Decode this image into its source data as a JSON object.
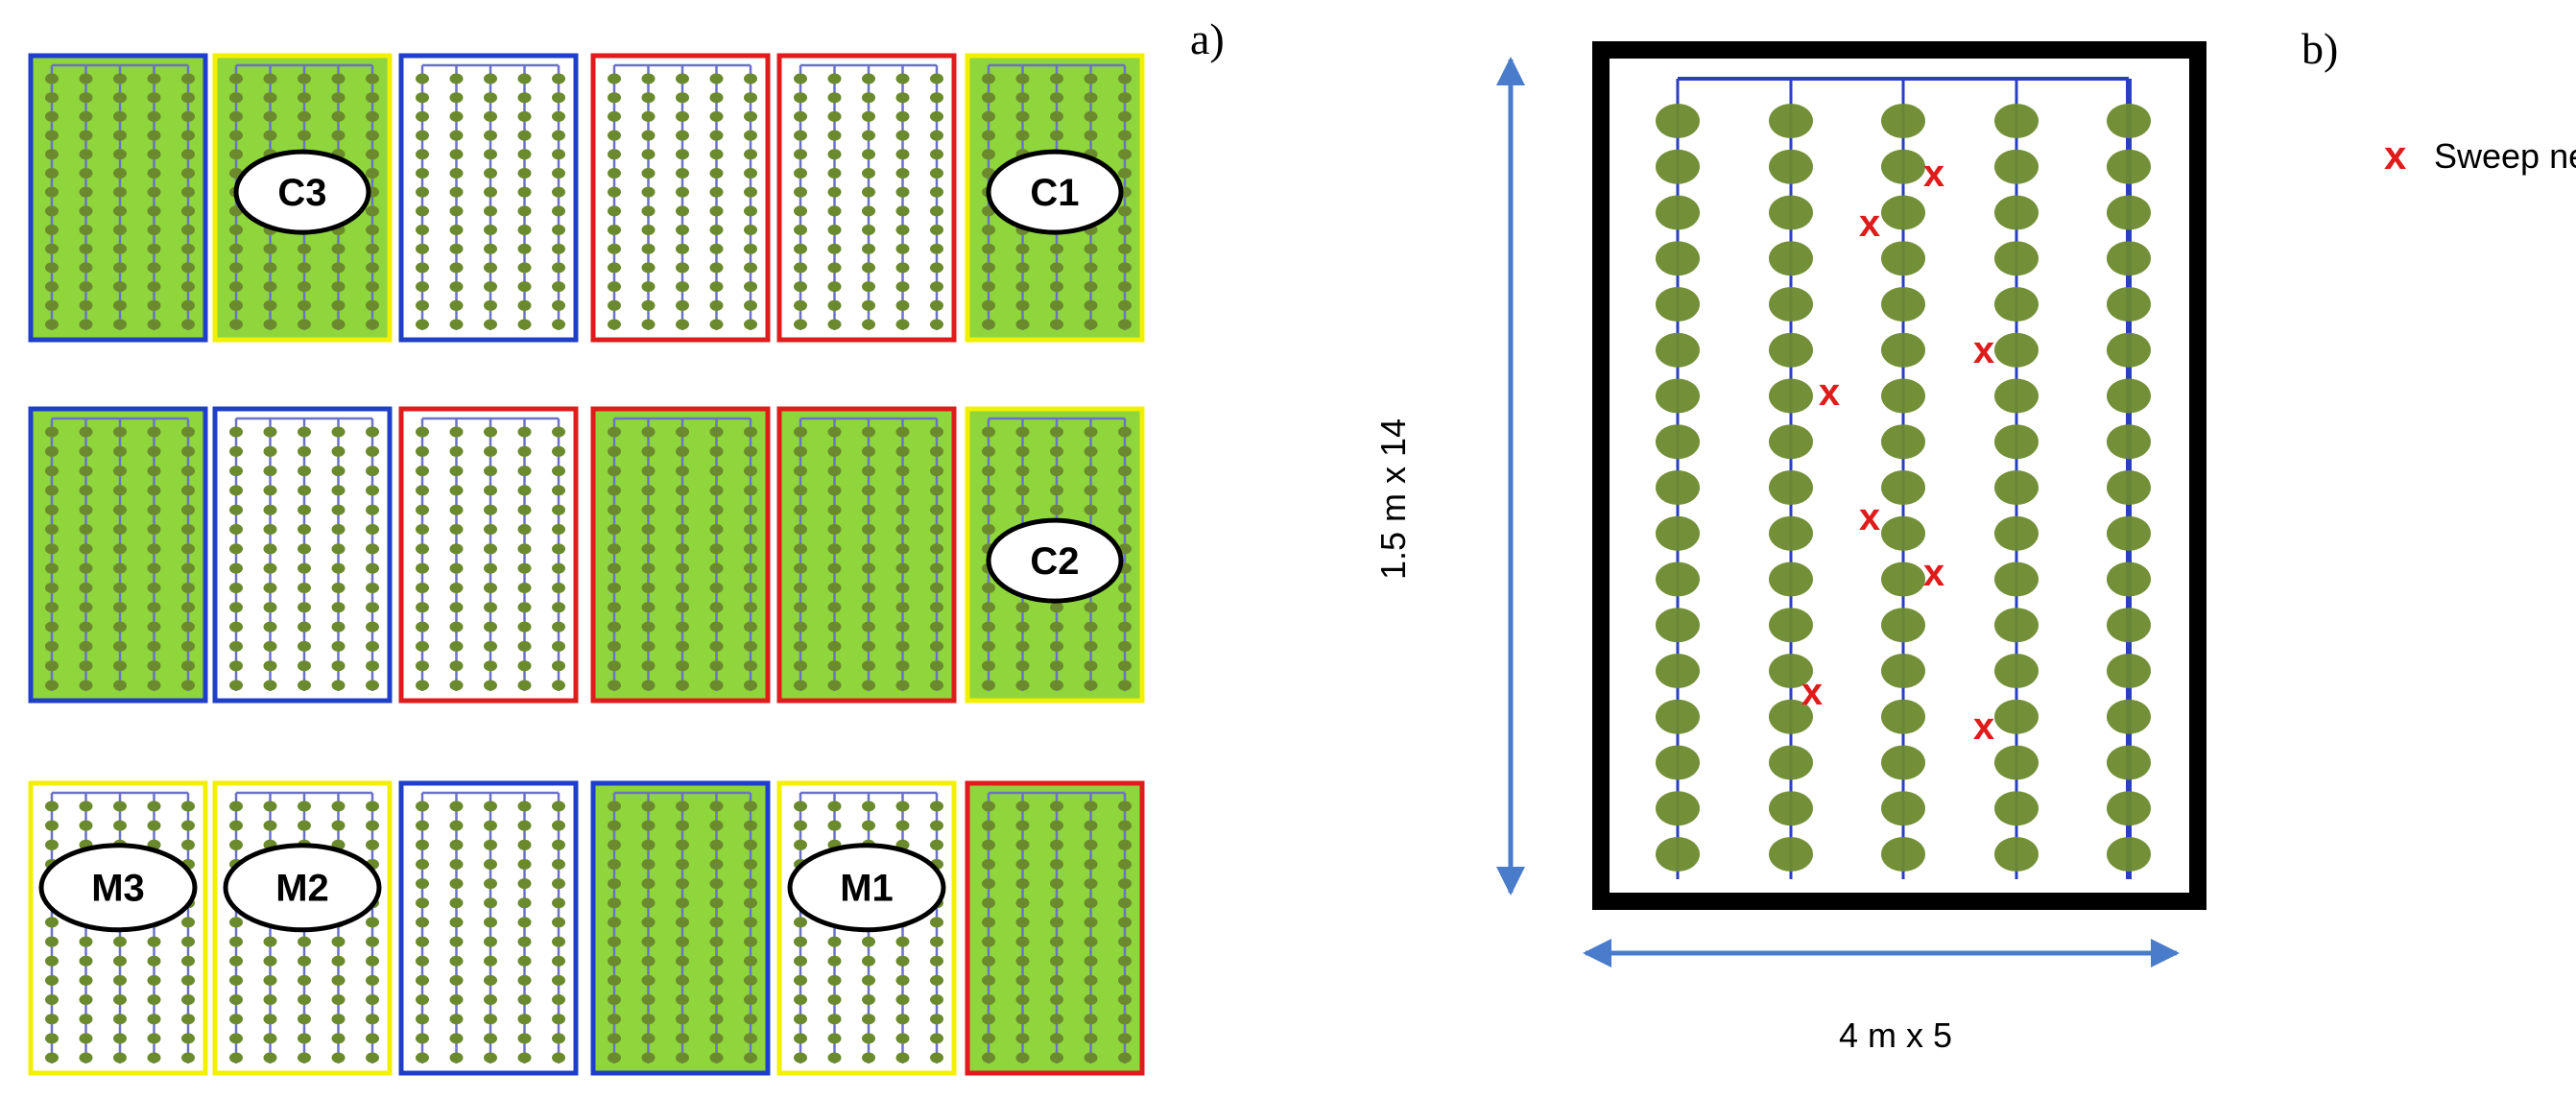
{
  "panel_a": {
    "label": "a)",
    "colors": {
      "green_fill": "#8fd53c",
      "blue_border": "#1f3fc9",
      "red_border": "#e01b1b",
      "yellow_border": "#f2f000",
      "plant": "#6b8a2e",
      "row_line": "#6a72c8"
    },
    "rows": [
      [
        {
          "border": "blue",
          "fill": "green",
          "label": ""
        },
        {
          "border": "yellow",
          "fill": "green",
          "label": "C3"
        },
        {
          "border": "blue",
          "fill": "white",
          "label": ""
        },
        {
          "border": "red",
          "fill": "white",
          "label": ""
        },
        {
          "border": "red",
          "fill": "white",
          "label": ""
        },
        {
          "border": "yellow",
          "fill": "green",
          "label": "C1"
        }
      ],
      [
        {
          "border": "blue",
          "fill": "green",
          "label": ""
        },
        {
          "border": "blue",
          "fill": "white",
          "label": ""
        },
        {
          "border": "red",
          "fill": "white",
          "label": ""
        },
        {
          "border": "red",
          "fill": "green",
          "label": ""
        },
        {
          "border": "red",
          "fill": "green",
          "label": ""
        },
        {
          "border": "yellow",
          "fill": "green",
          "label": "C2"
        }
      ],
      [
        {
          "border": "yellow",
          "fill": "white",
          "label": "M3"
        },
        {
          "border": "yellow",
          "fill": "white",
          "label": "M2"
        },
        {
          "border": "blue",
          "fill": "white",
          "label": ""
        },
        {
          "border": "blue",
          "fill": "green",
          "label": ""
        },
        {
          "border": "yellow",
          "fill": "white",
          "label": "M1"
        },
        {
          "border": "red",
          "fill": "green",
          "label": ""
        }
      ]
    ]
  },
  "panel_b": {
    "label": "b)",
    "height_label": "1.5 m x 14",
    "width_label": "4 m x 5",
    "legend": {
      "marker": "x",
      "text": "Sweep net",
      "color": "#e01b1b"
    },
    "colors": {
      "arrow": "#4a7ccc",
      "frame": "#000000",
      "plant": "#6b8a2e",
      "row_line": "#2a3fc0"
    },
    "sweep_markers": [
      "x",
      "x",
      "x",
      "x",
      "x",
      "x",
      "x",
      "x"
    ]
  }
}
